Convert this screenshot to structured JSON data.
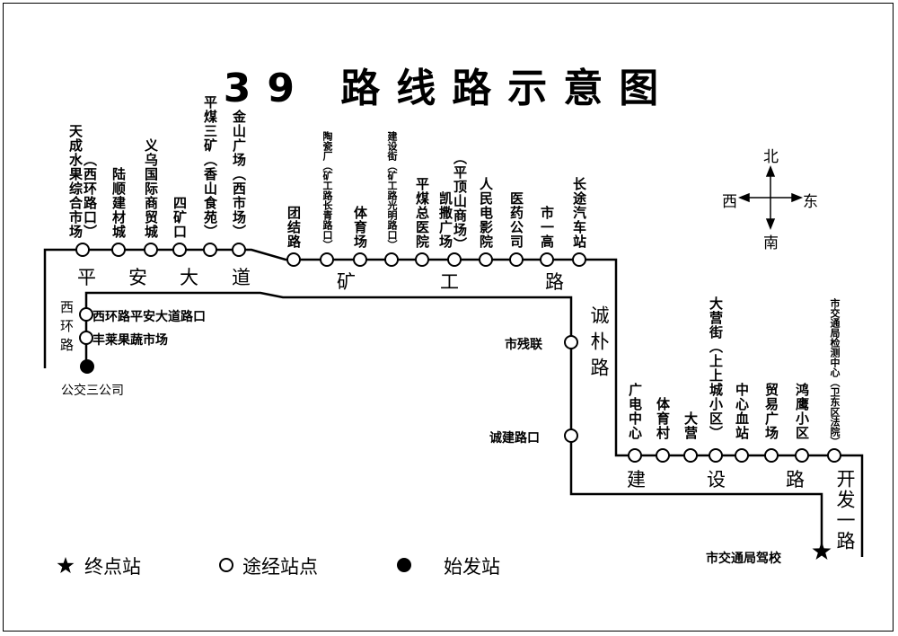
{
  "title": "39 路线路示意图",
  "compass": {
    "north": "北",
    "south": "南",
    "west": "西",
    "east": "东"
  },
  "roads": {
    "pingan": [
      "平",
      "安",
      "大",
      "道"
    ],
    "kuanggong": [
      "矿",
      "工",
      "路"
    ],
    "chengpu": "诚朴路",
    "jianshe": [
      "建",
      "设",
      "路"
    ],
    "kaifa": "开发一路",
    "xihuan": "西环路"
  },
  "stations_top_a": [
    "天成水果综合市场",
    "（西环路口）",
    "陆顺建材城",
    "义乌国际商贸城",
    "四矿口",
    "平煤三矿（香山食苑）",
    "金山广场（西市场）"
  ],
  "stations_top_b": [
    "团结路",
    "陶瓷厂（矿工路长青路口）",
    "体育场",
    "建设街（矿工路光明路口）",
    "平煤总医院",
    "凯撒广场",
    "（平顶山商场）",
    "人民电影院",
    "医药公司",
    "市一高",
    "长途汽车站"
  ],
  "stations_jianshe": [
    "广电中心",
    "体育村",
    "大营",
    "大营街（上上城小区）",
    "中心血站",
    "贸易广场",
    "鸿鹰小区",
    "市交通局检测中心（卫东区法院）"
  ],
  "stations_return": {
    "west1": "西环路平安大道路口",
    "west2": "丰莱果蔬市场",
    "start": "公交三公司",
    "cancan": "市残联",
    "chengjian": "诚建路口",
    "terminal": "市交通局驾校"
  },
  "legend": {
    "terminal": "终点站",
    "stop": "途经站点",
    "start": "始发站"
  },
  "icons": {
    "terminal": "star-icon",
    "stop": "hollow-circle-icon",
    "start": "filled-circle-icon"
  }
}
